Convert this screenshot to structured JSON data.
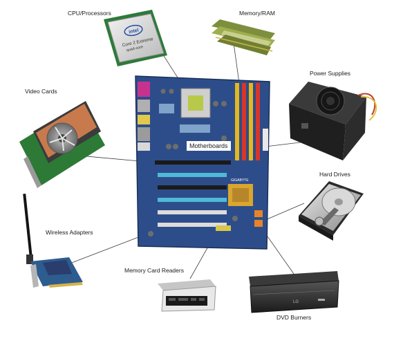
{
  "labels": {
    "cpu": "CPU/Processors",
    "memory": "Memory/RAM",
    "video": "Video Cards",
    "power": "Power Supplies",
    "motherboard": "Motherboards",
    "hdd": "Hard Drives",
    "wireless": "Wireless Adapters",
    "card_reader": "Memory Card Readers",
    "dvd": "DVD Burners"
  },
  "cpu_chip": {
    "brand": "intel",
    "line1": "Core 2 Extreme",
    "line2": "quad-core"
  },
  "dvd_brand": "LG",
  "board_logo": "GIGABYTE",
  "colors": {
    "board": "#2d4d8a",
    "ram_slot_red": "#d8362b",
    "ram_slot_yellow": "#e3b81f",
    "pcie_slot": "#4fb9d8",
    "psu_body": "#222222"
  }
}
